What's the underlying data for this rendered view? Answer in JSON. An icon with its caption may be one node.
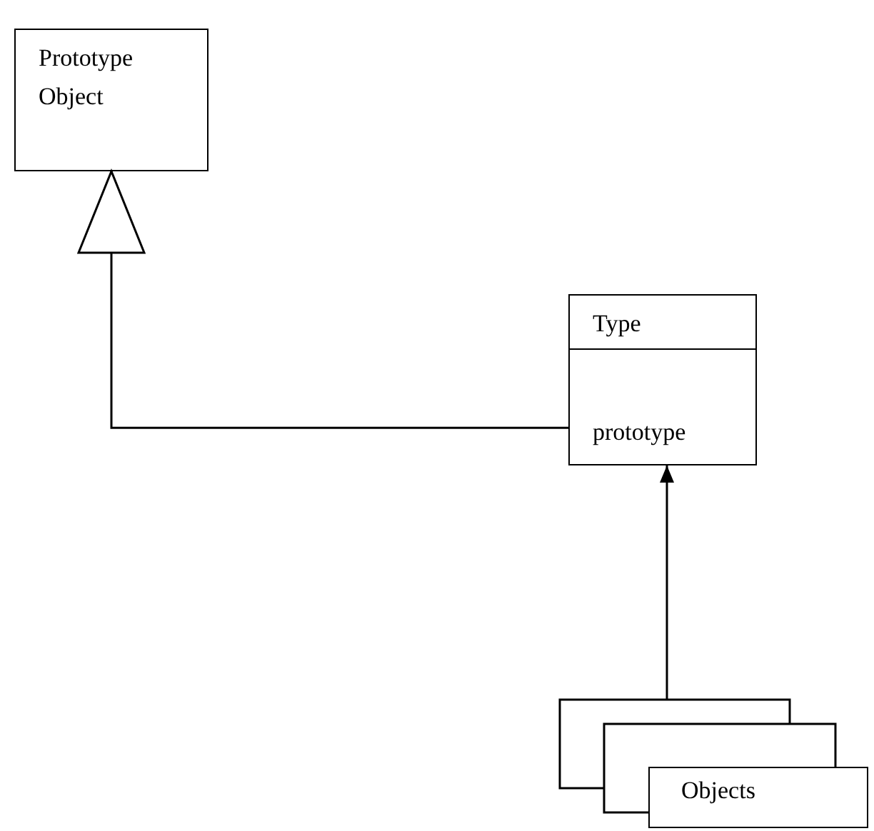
{
  "diagram": {
    "nodes": [
      {
        "text": [
          "Prototype Object"
        ]
      },
      {
        "text": [
          "Type",
          "prototype"
        ]
      },
      {
        "text": [],
        "shape": "box"
      },
      {
        "text": [],
        "shape": "box"
      },
      {
        "text": [
          "Objects"
        ]
      }
    ],
    "edges": [
      {
        "from": 1,
        "to": 0,
        "arrow": "to"
      },
      {
        "from": 2,
        "to": 1,
        "arrow": "to"
      }
    ]
  }
}
